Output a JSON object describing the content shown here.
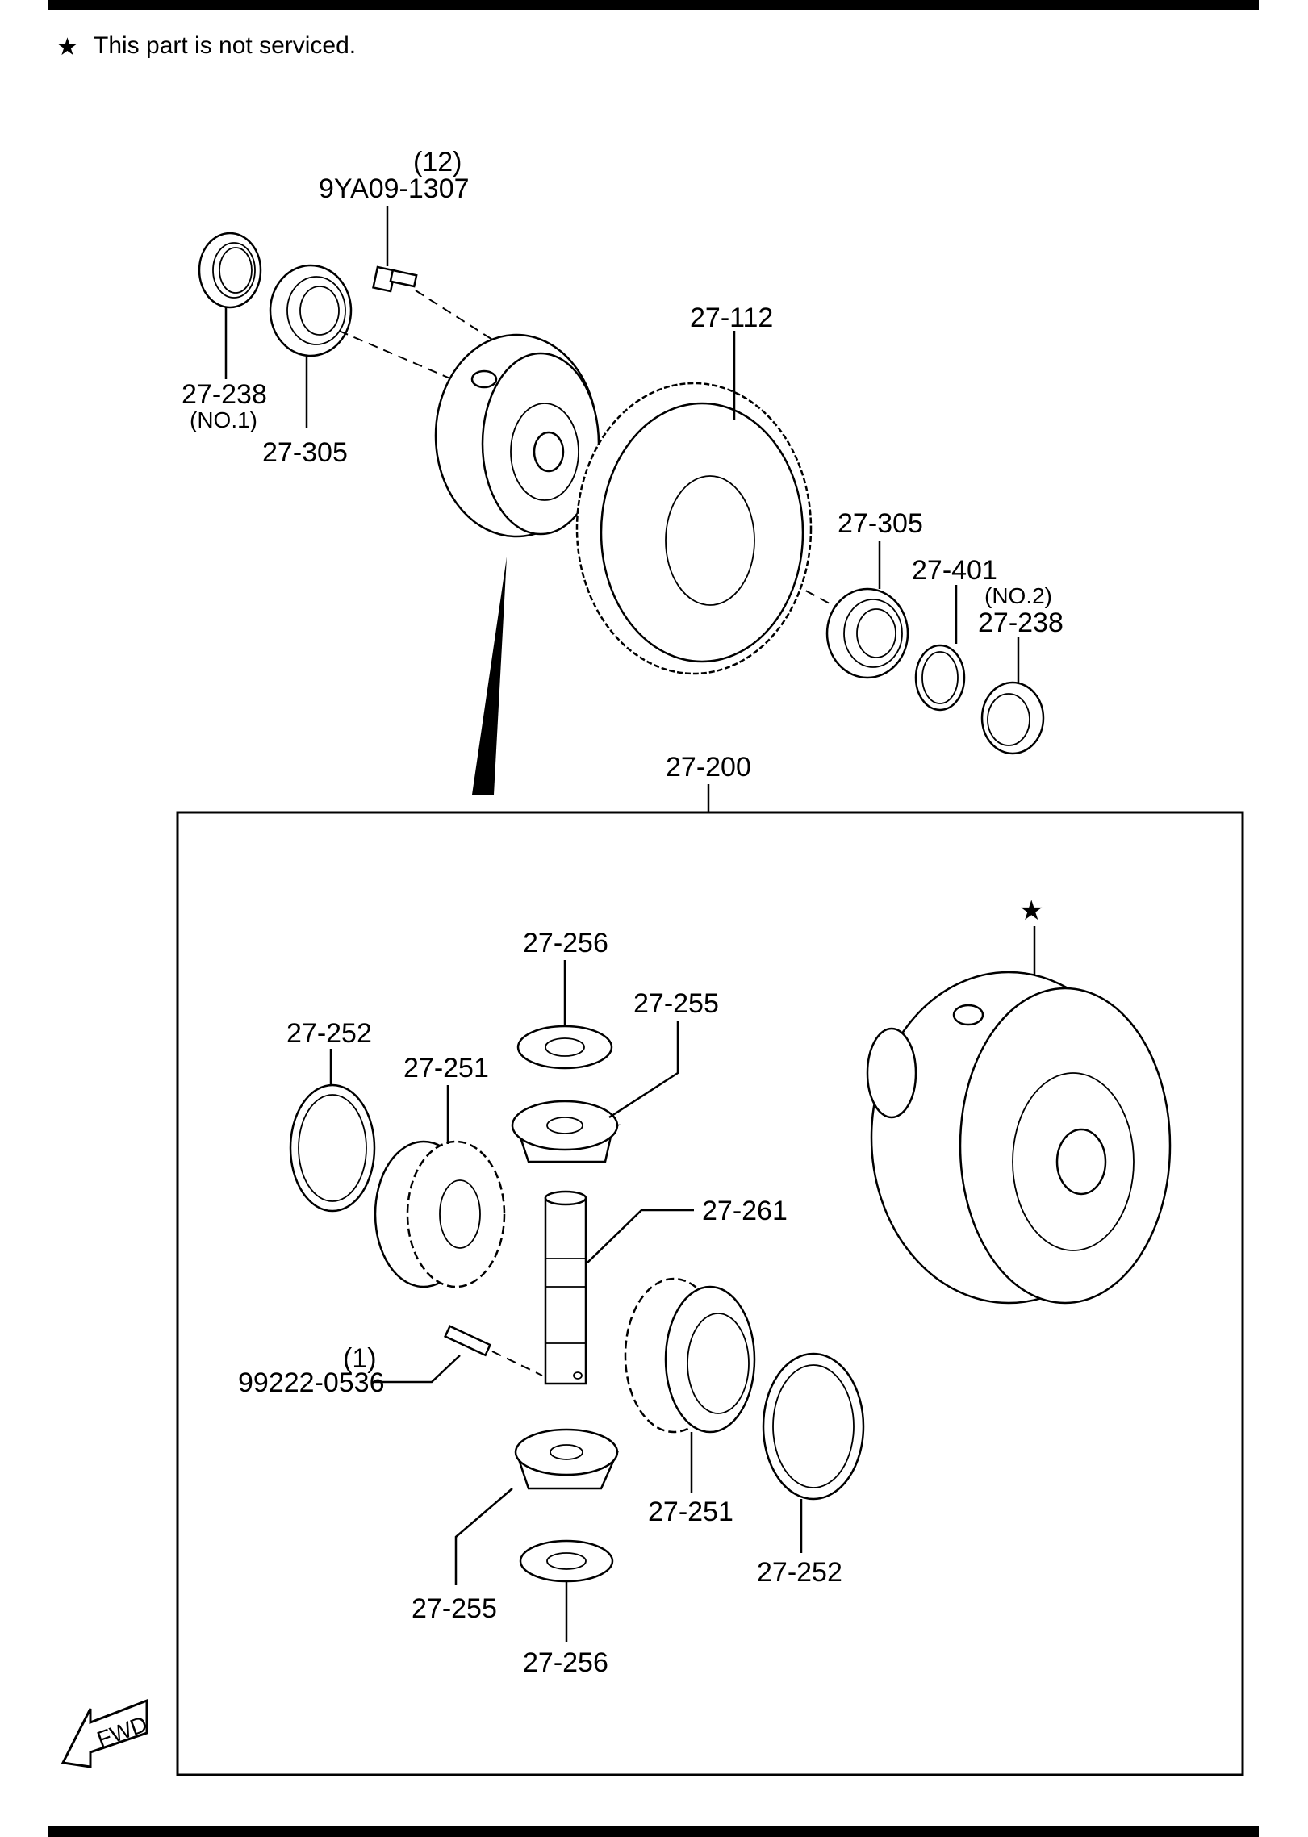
{
  "note": {
    "symbol": "★",
    "text": "This part is not serviced."
  },
  "labels": {
    "bolt_qty": "(12)",
    "bolt_part": "9YA09-1307",
    "seal_no1": "27-238",
    "seal_no1_note": "(NO.1)",
    "bearing_left": "27-305",
    "ring_gear": "27-112",
    "bearing_right": "27-305",
    "shim": "27-401",
    "seal_no2_note": "(NO.2)",
    "seal_no2": "27-238",
    "assembly": "27-200",
    "star_marker": "★",
    "washer_top": "27-256",
    "pinion_top": "27-255",
    "washer_left": "27-252",
    "side_gear_left": "27-251",
    "shaft": "27-261",
    "pin_qty": "(1)",
    "pin_part": "99222-0536",
    "side_gear_right": "27-251",
    "washer_right": "27-252",
    "pinion_bottom": "27-255",
    "washer_bottom": "27-256",
    "fwd": "FWD"
  }
}
